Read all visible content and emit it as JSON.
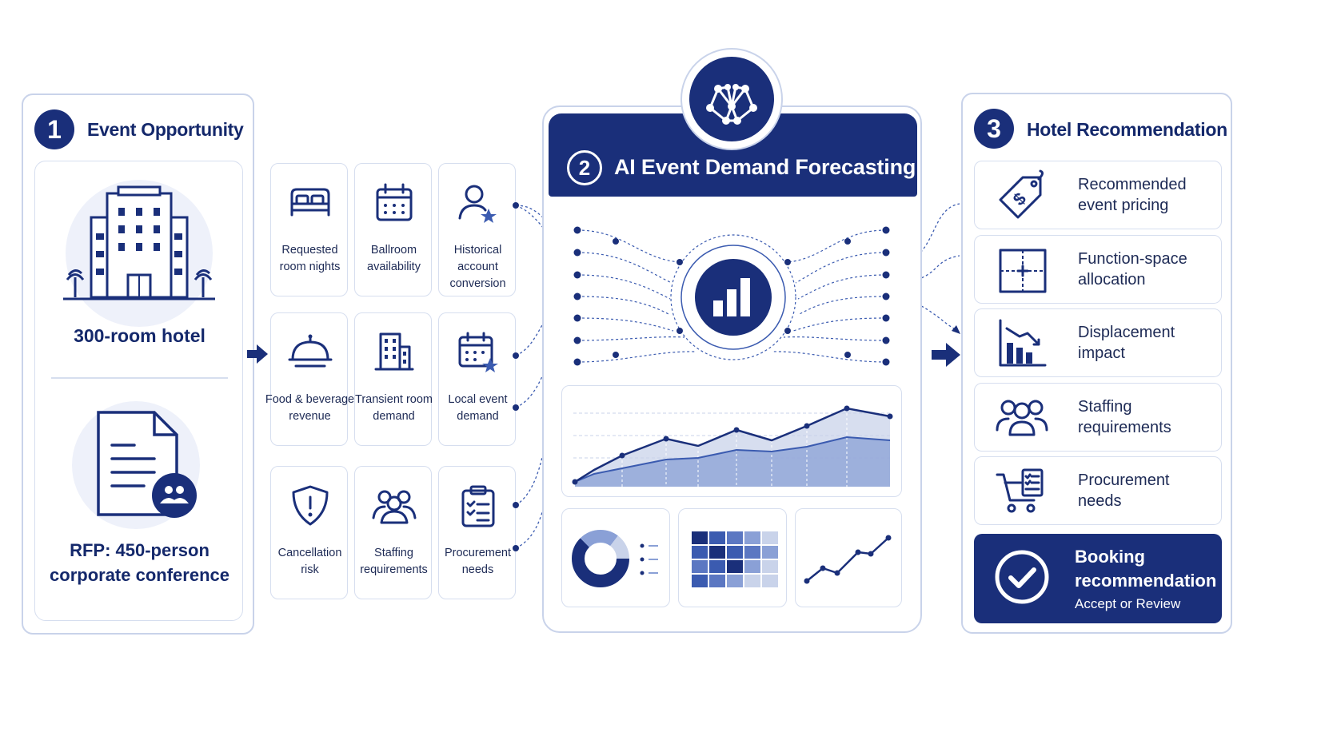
{
  "left": {
    "number": "1",
    "title": "Event Opportunity",
    "hotel_label": "300-room hotel",
    "rfp_label_line1": "RFP: 450-person",
    "rfp_label_line2": "corporate conference"
  },
  "inputs": [
    {
      "icon": "bed-icon",
      "line1": "Requested",
      "line2": "room nights"
    },
    {
      "icon": "calendar-icon",
      "line1": "Ballroom",
      "line2": "availability"
    },
    {
      "icon": "user-star-icon",
      "line1": "Historical account",
      "line2": "conversion"
    },
    {
      "icon": "cloche-icon",
      "line1": "Food & beverage",
      "line2": "revenue"
    },
    {
      "icon": "building-icon",
      "line1": "Transient room",
      "line2": "demand"
    },
    {
      "icon": "calendar-star-icon",
      "line1": "Local event",
      "line2": "demand"
    },
    {
      "icon": "shield-alert-icon",
      "line1": "Cancellation",
      "line2": "risk"
    },
    {
      "icon": "team-icon",
      "line1": "Staffing",
      "line2": "requirements"
    },
    {
      "icon": "clipboard-icon",
      "line1": "Procurement",
      "line2": "needs"
    }
  ],
  "center": {
    "number": "2",
    "title": "AI Event Demand Forecasting"
  },
  "right": {
    "number": "3",
    "title": "Hotel Recommendation",
    "items": [
      {
        "icon": "price-tag-icon",
        "line1": "Recommended",
        "line2": "event pricing"
      },
      {
        "icon": "floor-plan-icon",
        "line1": "Function-space",
        "line2": "allocation"
      },
      {
        "icon": "declining-chart-icon",
        "line1": "Displacement",
        "line2": "impact"
      },
      {
        "icon": "people-icon",
        "line1": "Staffing",
        "line2": "requirements"
      },
      {
        "icon": "cart-icon",
        "line1": "Procurement",
        "line2": "needs"
      }
    ],
    "booking": {
      "line1": "Booking",
      "line2": "recommendation",
      "subtitle": "Accept or Review"
    }
  },
  "colors": {
    "navy": "#1a2f7a",
    "light_blue": "#c9d3ea",
    "pale_fill": "#eef1fa"
  }
}
